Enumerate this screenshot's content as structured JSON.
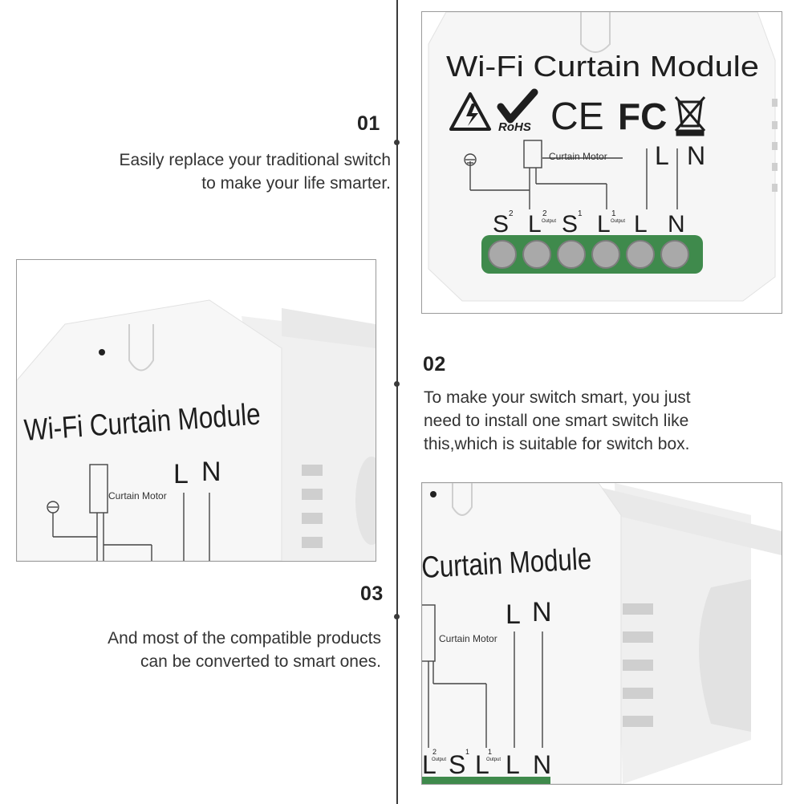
{
  "steps": [
    {
      "number": "01",
      "lines": [
        "Easily replace your traditional switch",
        "to make your life smarter."
      ]
    },
    {
      "number": "02",
      "lines": [
        "To make your switch smart, you just",
        "need to install one smart switch like",
        "this,which is suitable for switch box."
      ]
    },
    {
      "number": "03",
      "lines": [
        "And most of the compatible products",
        "can be converted to smart ones."
      ]
    }
  ],
  "device": {
    "title": "Wi-Fi Curtain Module",
    "title_cropped": "Curtain Module",
    "cert_rohs": "RoHS",
    "cert_ce": "CE",
    "cert_fcc": "FC",
    "motor_label": "Curtain Motor",
    "line_label": "L",
    "neutral_label": "N",
    "terminal_s2": "S",
    "terminal_s2_sup": "2",
    "terminal_l2": "L",
    "terminal_l2_sup": "2",
    "terminal_s1": "S",
    "terminal_s1_sup": "1",
    "terminal_l1": "L",
    "terminal_l1_sup": "1",
    "output_label": "Output",
    "ground_icon": "ground-icon",
    "colors": {
      "terminal_green": "#3f8a4c",
      "screw_grey": "#a9a9a9",
      "body_white": "#f7f7f7"
    }
  }
}
